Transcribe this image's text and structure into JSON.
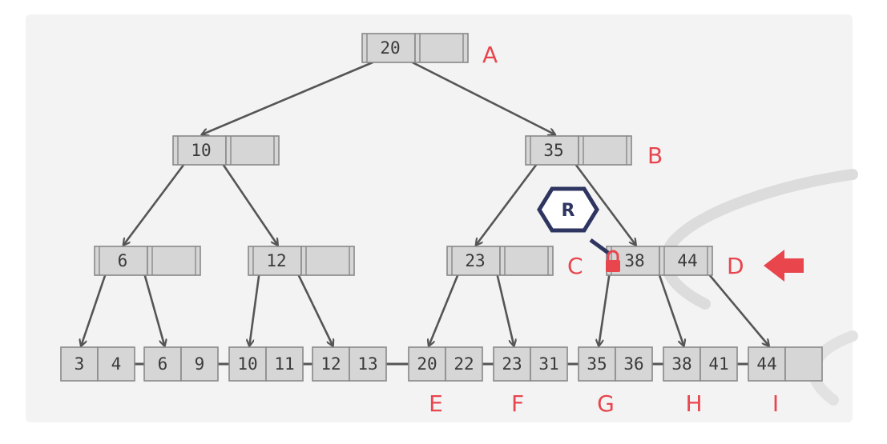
{
  "colors": {
    "cell_fill": "#d6d6d6",
    "cell_stroke": "#888888",
    "edge": "#555555",
    "label": "#e8454d",
    "lock_fill": "#e8454d",
    "latch_badge": "#2e3560",
    "background_arc": "#dcdcdc"
  },
  "nodes": [
    {
      "id": "A",
      "label": "A",
      "keys": [
        "20",
        ""
      ],
      "level": "root"
    },
    {
      "id": "N10",
      "label": "",
      "keys": [
        "10",
        ""
      ],
      "level": "inner"
    },
    {
      "id": "B",
      "label": "B",
      "keys": [
        "35",
        ""
      ],
      "level": "inner"
    },
    {
      "id": "N6",
      "label": "",
      "keys": [
        "6",
        ""
      ],
      "level": "inner"
    },
    {
      "id": "N12",
      "label": "",
      "keys": [
        "12",
        ""
      ],
      "level": "inner"
    },
    {
      "id": "C",
      "label": "C",
      "keys": [
        "23",
        ""
      ],
      "level": "inner"
    },
    {
      "id": "D",
      "label": "D",
      "keys": [
        "38",
        "44"
      ],
      "level": "inner"
    },
    {
      "id": "L1",
      "label": "",
      "keys": [
        "3",
        "4"
      ],
      "level": "leaf"
    },
    {
      "id": "L2",
      "label": "",
      "keys": [
        "6",
        "9"
      ],
      "level": "leaf"
    },
    {
      "id": "L3",
      "label": "",
      "keys": [
        "10",
        "11"
      ],
      "level": "leaf"
    },
    {
      "id": "L4",
      "label": "",
      "keys": [
        "12",
        "13"
      ],
      "level": "leaf"
    },
    {
      "id": "E",
      "label": "E",
      "keys": [
        "20",
        "22"
      ],
      "level": "leaf"
    },
    {
      "id": "F",
      "label": "F",
      "keys": [
        "23",
        "31"
      ],
      "level": "leaf"
    },
    {
      "id": "G",
      "label": "G",
      "keys": [
        "35",
        "36"
      ],
      "level": "leaf"
    },
    {
      "id": "H",
      "label": "H",
      "keys": [
        "38",
        "41"
      ],
      "level": "leaf"
    },
    {
      "id": "I",
      "label": "I",
      "keys": [
        "44",
        ""
      ],
      "level": "leaf"
    }
  ],
  "edges": [
    [
      "A",
      "N10"
    ],
    [
      "A",
      "B"
    ],
    [
      "N10",
      "N6"
    ],
    [
      "N10",
      "N12"
    ],
    [
      "B",
      "C"
    ],
    [
      "B",
      "D"
    ],
    [
      "N6",
      "L1"
    ],
    [
      "N6",
      "L2"
    ],
    [
      "N12",
      "L3"
    ],
    [
      "N12",
      "L4"
    ],
    [
      "C",
      "E"
    ],
    [
      "C",
      "F"
    ],
    [
      "D",
      "G"
    ],
    [
      "D",
      "H"
    ],
    [
      "D",
      "I"
    ]
  ],
  "latch": {
    "text": "R",
    "mode": "read",
    "on_node": "D"
  },
  "pointer": {
    "target": "D",
    "icon": "arrow-left-icon"
  }
}
